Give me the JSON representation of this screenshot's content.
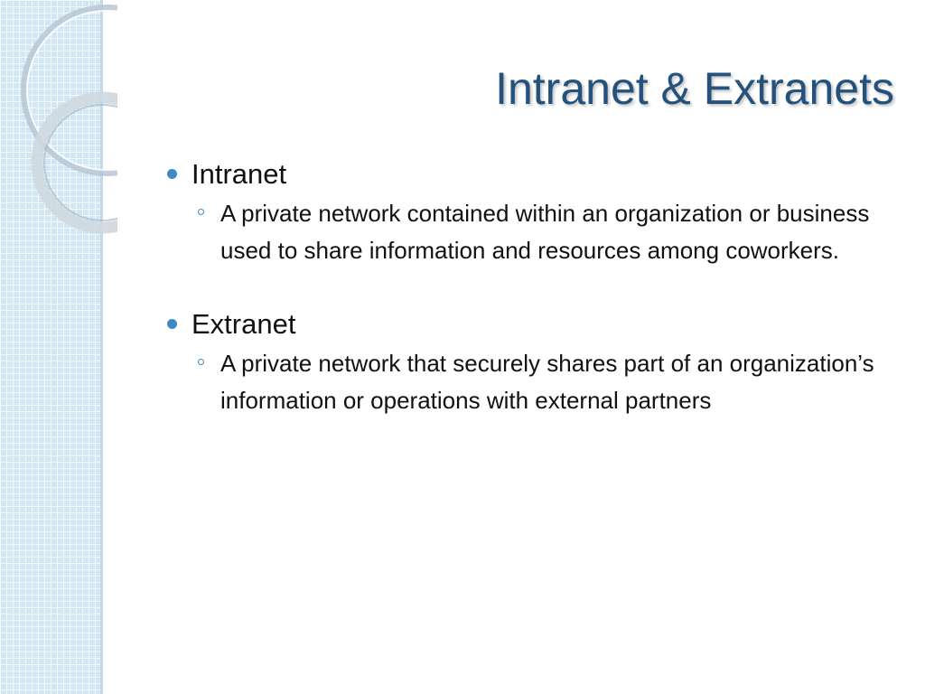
{
  "slide": {
    "title": "Intranet & Extranets",
    "accent_color": "#24527c",
    "bullet_color": "#3e8ac6",
    "bullets": [
      {
        "label": "Intranet",
        "sub": "A private network contained within an organization or business used to share information and resources among coworkers."
      },
      {
        "label": "Extranet",
        "sub": "A private network that securely shares part of an organization’s information or operations with external partners"
      }
    ]
  }
}
